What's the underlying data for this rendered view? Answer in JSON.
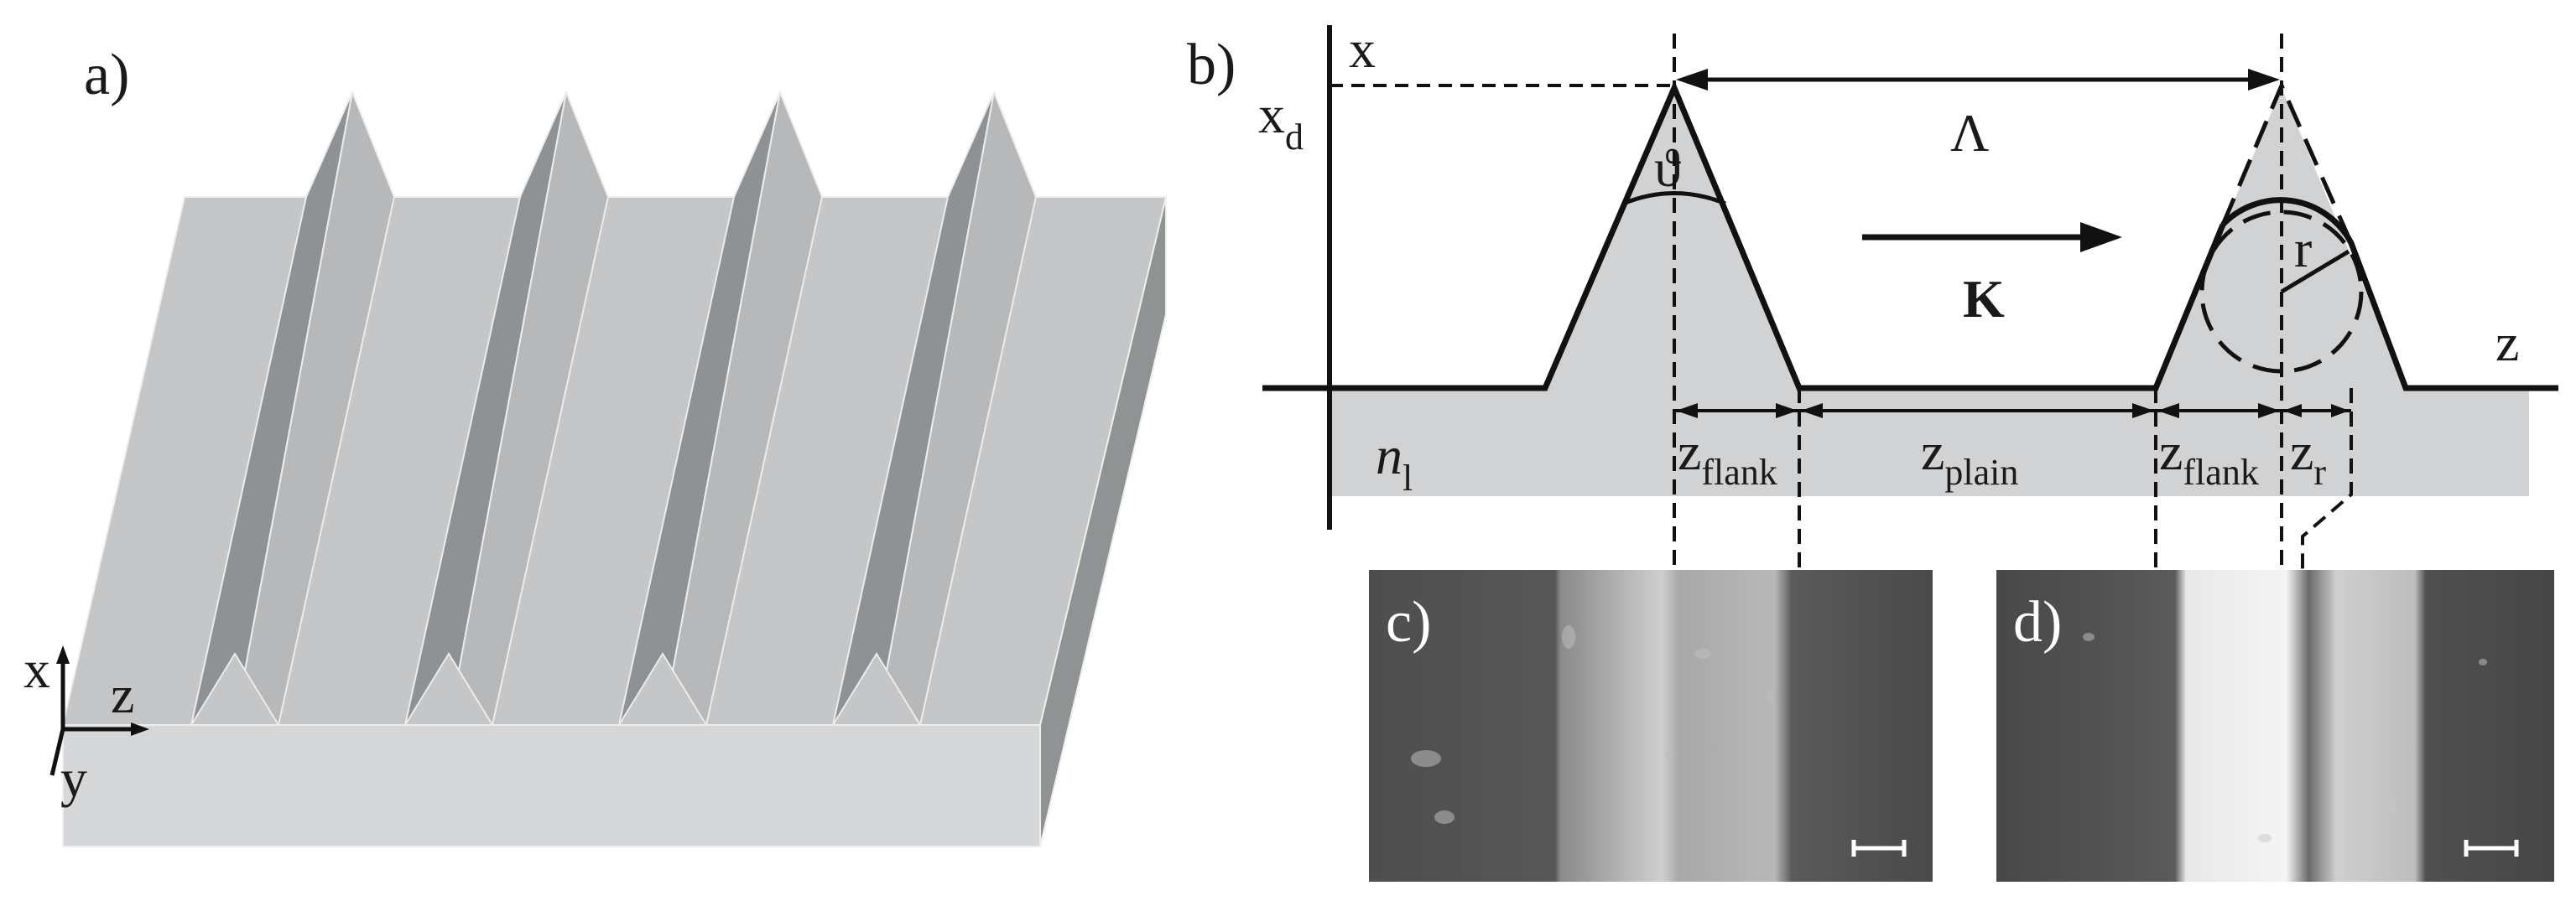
{
  "panels": {
    "a": {
      "label": "a)",
      "axes": {
        "x": "x",
        "z": "z",
        "y": "y"
      }
    },
    "b": {
      "label": "b)",
      "axis_x": "x",
      "axis_z": "z",
      "xd_main": "x",
      "xd_sub": "d",
      "theta": "ϑ",
      "lambda": "Λ",
      "K": "K",
      "r": "r",
      "n_main": "n",
      "n_sub": "l",
      "z_flank_main": "z",
      "z_flank_sub": "flank",
      "z_plain_main": "z",
      "z_plain_sub": "plain",
      "z_r_main": "z",
      "z_r_sub": "r"
    },
    "c": {
      "label": "c)"
    },
    "d": {
      "label": "d)"
    }
  },
  "colors": {
    "substrate_light": "#d4d5d6",
    "surface_light": "#c3c5c7",
    "flank_dark": "#8e9193",
    "profile_fill": "#d1d2d3",
    "sem_background": "#4a4a4a",
    "sem_bright": "#f0f0f0"
  }
}
